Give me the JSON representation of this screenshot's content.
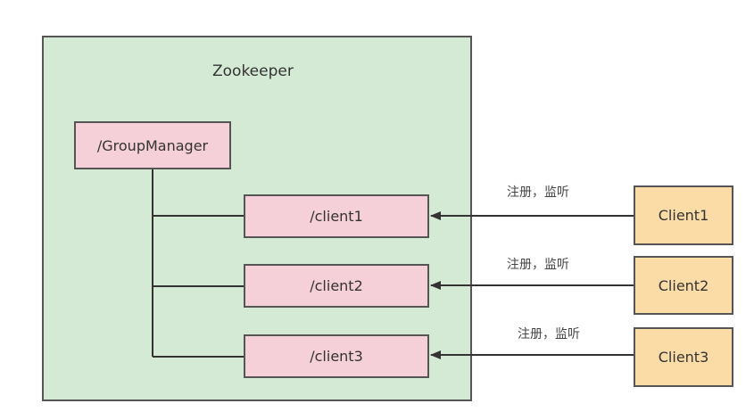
{
  "container": {
    "title": "Zookeeper"
  },
  "root_node": {
    "label": "/GroupManager"
  },
  "child_nodes": [
    {
      "label": "/client1"
    },
    {
      "label": "/client2"
    },
    {
      "label": "/client3"
    }
  ],
  "clients": [
    {
      "label": "Client1",
      "edge_label": "注册，监听"
    },
    {
      "label": "Client2",
      "edge_label": "注册，监听"
    },
    {
      "label": "Client3",
      "edge_label": "注册，监听"
    }
  ],
  "colors": {
    "container_fill": "#d5ead5",
    "znode_fill": "#f6d0d8",
    "client_fill": "#fbdca6",
    "stroke": "#555555"
  }
}
